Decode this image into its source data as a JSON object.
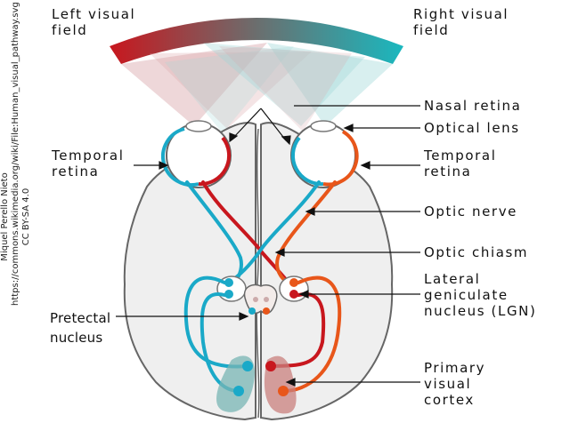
{
  "labels": {
    "left_visual_field": "Left visual\nfield",
    "right_visual_field": "Right visual\nfield",
    "nasal_retina": "Nasal retina",
    "optical_lens": "Optical lens",
    "temporal_retina_left": "Temporal\nretina",
    "temporal_retina_right": "Temporal\nretina",
    "optic_nerve": "Optic nerve",
    "optic_chiasm": "Optic chiasm",
    "lgn": "Lateral\ngeniculate\nnucleus (LGN)",
    "pretectal_nucleus": "Pretectal\nnucleus",
    "primary_visual_cortex": "Primary\nvisual\ncortex"
  },
  "credit": {
    "author": "Miquel Perello Nieto",
    "url": "https://commons.wikimedia.org/wiki/File:Human_visual_pathway.svg",
    "license": "CC BY-SA 4.0"
  },
  "colors": {
    "left_field": "#c8171e",
    "right_field": "#1ab8bf",
    "cyan_path": "#1aa9c8",
    "red_path": "#c8171e",
    "orange_path": "#e8561a",
    "brain_fill": "#efefef",
    "brain_stroke": "#666666"
  }
}
